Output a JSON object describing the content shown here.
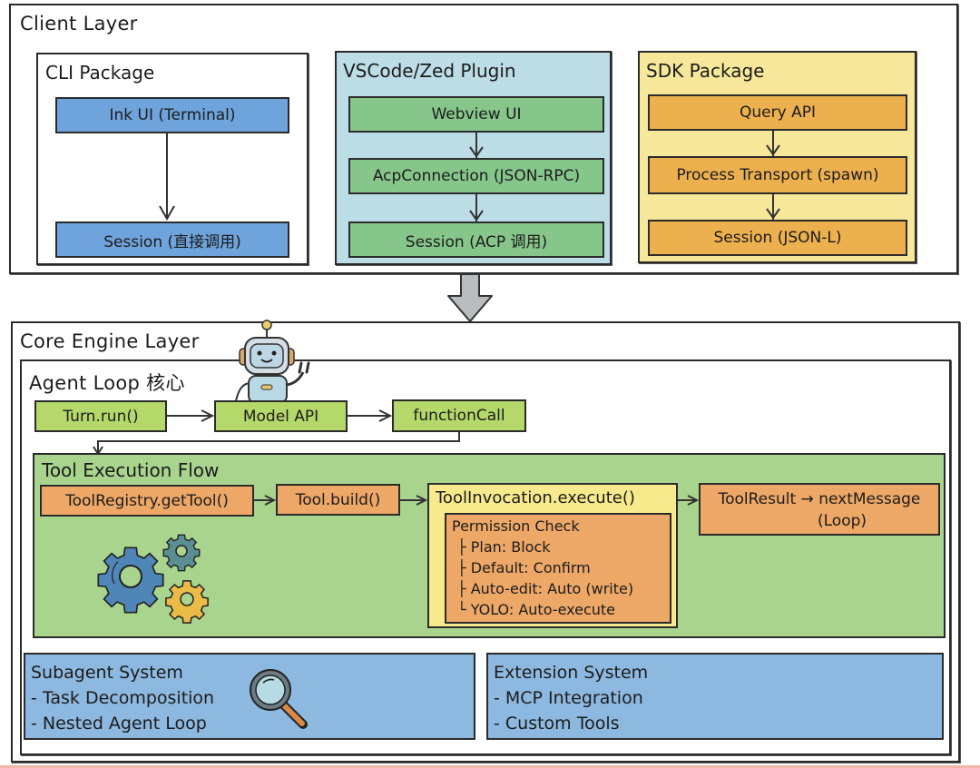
{
  "client_layer": {
    "title": "Client Layer",
    "packages": [
      {
        "title": "CLI Package",
        "nodes": [
          "Ink UI (Terminal)",
          "Session (直接调用)"
        ]
      },
      {
        "title": "VSCode/Zed Plugin",
        "nodes": [
          "Webview UI",
          "AcpConnection (JSON-RPC)",
          "Session (ACP 调用)"
        ]
      },
      {
        "title": "SDK Package",
        "nodes": [
          "Query API",
          "Process Transport (spawn)",
          "Session (JSON-L)"
        ]
      }
    ]
  },
  "core_layer": {
    "title": "Core Engine Layer",
    "agent_loop": {
      "title": "Agent Loop 核心",
      "nodes": [
        "Turn.run()",
        "Model API",
        "functionCall"
      ]
    },
    "tool_flow": {
      "title": "Tool Execution Flow",
      "nodes": [
        "ToolRegistry.getTool()",
        "Tool.build()",
        "ToolInvocation.execute()"
      ],
      "result": {
        "line1": "ToolResult → nextMessage",
        "line2": "(Loop)"
      },
      "permission": {
        "title": "Permission Check",
        "items": [
          "├ Plan: Block",
          "├ Default: Confirm",
          "├ Auto-edit: Auto (write)",
          "└ YOLO: Auto-execute"
        ]
      }
    },
    "subagent": {
      "title": "Subagent System",
      "items": [
        "- Task Decomposition",
        "- Nested Agent Loop"
      ]
    },
    "extension": {
      "title": "Extension System",
      "items": [
        "- MCP Integration",
        "- Custom Tools"
      ]
    }
  },
  "icons": [
    "robot-icon",
    "gears-icon",
    "magnifier-icon",
    "down-arrow-icon"
  ],
  "colors": {
    "cli_node": "#6fa3db",
    "plugin_bg": "#bcdde6",
    "plugin_node": "#86c68a",
    "sdk_bg": "#f6e79a",
    "sdk_node": "#ecb04f",
    "agent_node": "#b5d86a",
    "tool_flow_bg": "#a9d48e",
    "tool_node": "#eda766",
    "invocation_bg": "#f6ea8c",
    "system_bg": "#8db8e0"
  }
}
